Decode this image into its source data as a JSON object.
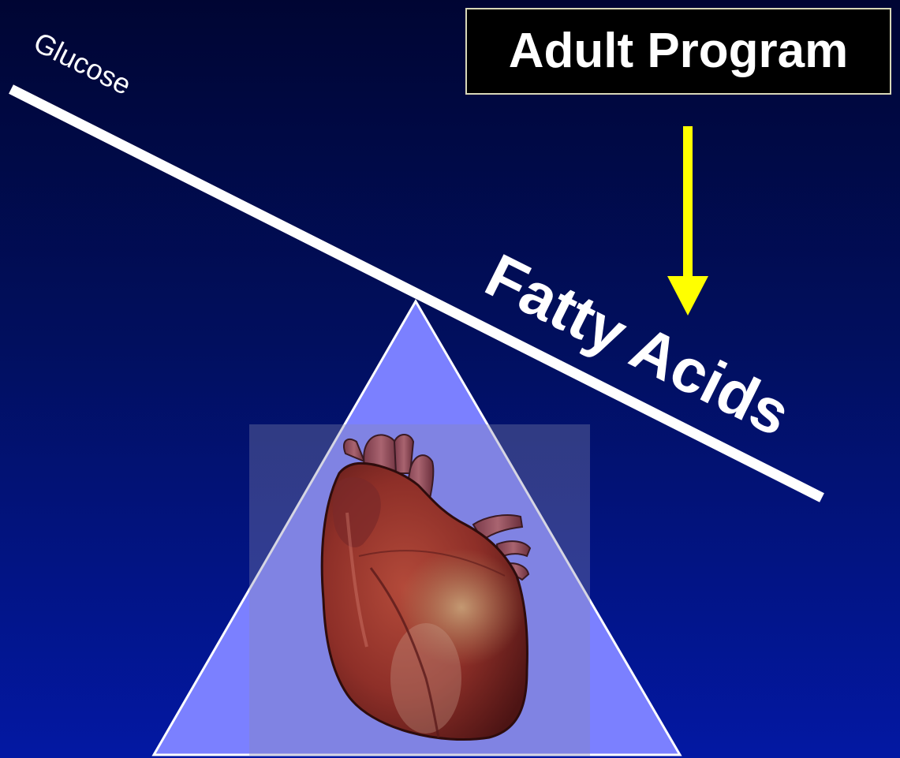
{
  "diagram": {
    "left_label": "Glucose",
    "right_label": "Fatty Acids",
    "program_label": "Adult Program",
    "colors": {
      "background_top": "#000533",
      "background_bottom": "#0318a3",
      "beam": "#ffffff",
      "fulcrum_fill": "#7b80ff",
      "arrow": "#ffff00",
      "label_box": "#000000"
    },
    "icons": {
      "fulcrum": "triangle-fulcrum",
      "heart": "heart-illustration",
      "arrow": "down-arrow"
    }
  }
}
